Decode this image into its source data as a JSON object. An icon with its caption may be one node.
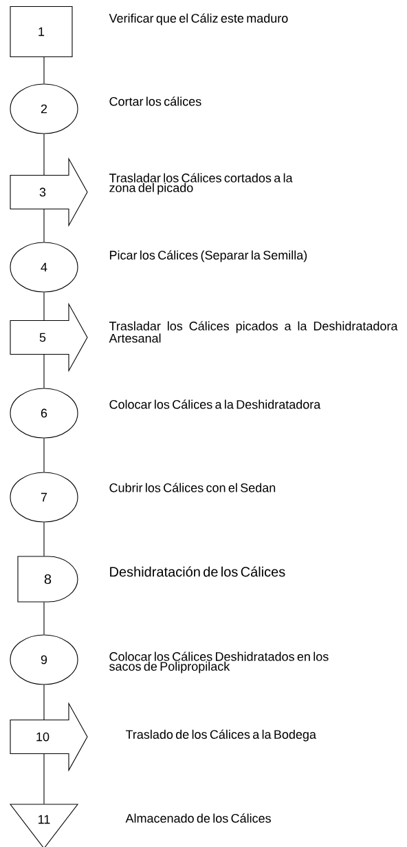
{
  "diagram": {
    "nodes": [
      {
        "text": [
          "1"
        ],
        "beside": [
          "Verificar que el Cáliz este maduro"
        ]
      },
      {
        "text": [
          "2"
        ],
        "beside": [
          "Cortar los cálices"
        ]
      },
      {
        "text": [
          "3"
        ],
        "beside": [
          "Trasladar los Cálices cortados a la zona del picado"
        ]
      },
      {
        "text": [
          "4"
        ],
        "beside": [
          "Picar los Cálices (Separar la Semilla)"
        ]
      },
      {
        "text": [
          "5"
        ],
        "beside": [
          "Trasladar los Cálices picados a la Deshidratadora Artesanal"
        ]
      },
      {
        "text": [
          "6"
        ],
        "beside": [
          "Colocar los Cálices a la Deshidratadora"
        ]
      },
      {
        "text": [
          "7"
        ],
        "beside": [
          "Cubrir los Cálices con el Sedan"
        ]
      },
      {
        "text": [
          "8"
        ],
        "beside": [
          "Deshidratación de los Cálices"
        ]
      },
      {
        "text": [
          "9"
        ],
        "beside": [
          "Colocar los Cálices Deshidratados en los sacos de Polipropilack"
        ]
      },
      {
        "text": [
          "10"
        ],
        "beside": [
          "Traslado de los Cálices a la Bodega"
        ]
      },
      {
        "text": [
          "11"
        ],
        "beside": [
          "Almacenado de los Cálices"
        ]
      }
    ],
    "edges": [
      {
        "from": 0,
        "to": 1,
        "arrow": "none"
      },
      {
        "from": 1,
        "to": 2,
        "arrow": "none"
      },
      {
        "from": 2,
        "to": 3,
        "arrow": "none"
      },
      {
        "from": 3,
        "to": 4,
        "arrow": "none"
      },
      {
        "from": 4,
        "to": 5,
        "arrow": "none"
      },
      {
        "from": 5,
        "to": 6,
        "arrow": "none"
      },
      {
        "from": 6,
        "to": 7,
        "arrow": "none"
      },
      {
        "from": 7,
        "to": 8,
        "arrow": "none"
      },
      {
        "from": 8,
        "to": 9,
        "arrow": "none"
      },
      {
        "from": 9,
        "to": 10,
        "arrow": "none"
      }
    ]
  }
}
